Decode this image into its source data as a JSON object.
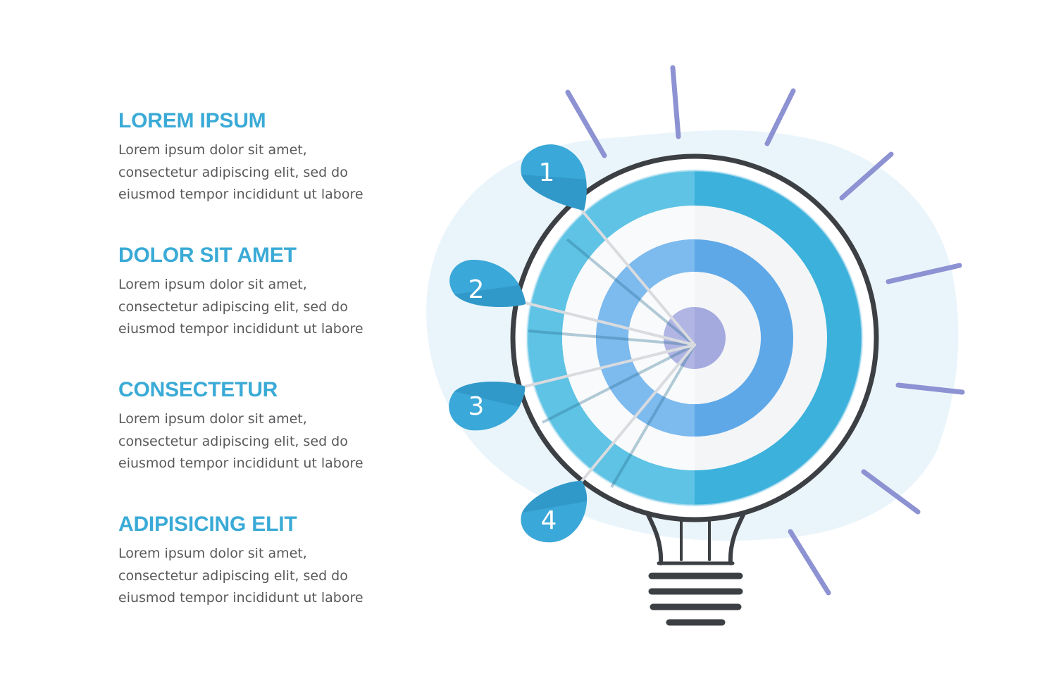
{
  "items": [
    {
      "title": "LOREM IPSUM",
      "lines": [
        "Lorem ipsum dolor sit amet,",
        "consectetur adipiscing elit, sed do",
        "eiusmod tempor incididunt ut labore"
      ]
    },
    {
      "title": "DOLOR SIT AMET",
      "lines": [
        "Lorem ipsum dolor sit amet,",
        "consectetur adipiscing elit, sed do",
        "eiusmod tempor incididunt ut labore"
      ]
    },
    {
      "title": "CONSECTETUR",
      "lines": [
        "Lorem ipsum dolor sit amet,",
        "consectetur adipiscing elit, sed do",
        "eiusmod tempor incididunt ut labore"
      ]
    },
    {
      "title": "ADIPISICING ELIT",
      "lines": [
        "Lorem ipsum dolor sit amet,",
        "consectetur adipiscing elit, sed do",
        "eiusmod tempor incididunt ut labore"
      ]
    }
  ],
  "markers": [
    "1",
    "2",
    "3",
    "4"
  ],
  "colors": {
    "title": "#3aaad6",
    "body_text": "#58595b",
    "marker": "#3aa8d8",
    "marker_shade": "#2b8fbf",
    "ring_outer": "#3bb1dc",
    "ring_mid": "#5ea8e8",
    "bullseye": "#9ea6dc",
    "rays": "#8c92d2",
    "backdrop": "#eaf5fb",
    "bulb_outline": "#3c3f43"
  }
}
